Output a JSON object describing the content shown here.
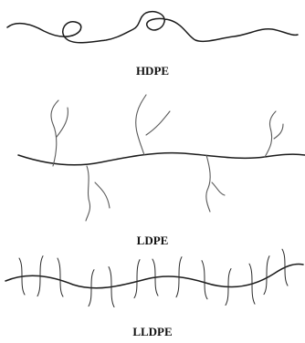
{
  "panels": [
    {
      "label": "HDPE"
    },
    {
      "label": "LDPE"
    },
    {
      "label": "LLDPE"
    }
  ]
}
